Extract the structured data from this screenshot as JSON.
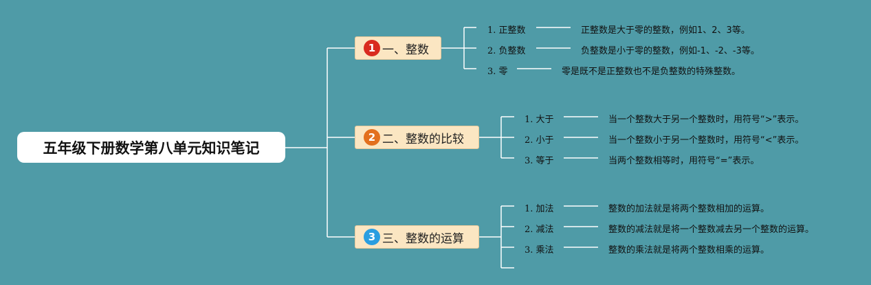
{
  "root": {
    "title": "五年级下册数学第八单元知识笔记"
  },
  "colors": {
    "background": "#4f9ba7",
    "badge1": "#d92b1f",
    "badge2": "#e3701e",
    "badge3": "#2a9ee0"
  },
  "branches": [
    {
      "badge": "1",
      "label": "一、整数",
      "items": [
        {
          "label": "1. 正整数",
          "desc": "正整数是大于零的整数，例如1、2、3等。"
        },
        {
          "label": "2. 负整数",
          "desc": "负整数是小于零的整数，例如-1、-2、-3等。"
        },
        {
          "label": "3. 零",
          "desc": "零是既不是正整数也不是负整数的特殊整数。"
        }
      ]
    },
    {
      "badge": "2",
      "label": "二、整数的比较",
      "items": [
        {
          "label": "1. 大于",
          "desc": "当一个整数大于另一个整数时，用符号“>”表示。"
        },
        {
          "label": "2. 小于",
          "desc": "当一个整数小于另一个整数时，用符号“<”表示。"
        },
        {
          "label": "3. 等于",
          "desc": "当两个整数相等时，用符号“=”表示。"
        }
      ]
    },
    {
      "badge": "3",
      "label": "三、整数的运算",
      "items": [
        {
          "label": "1. 加法",
          "desc": "整数的加法就是将两个整数相加的运算。"
        },
        {
          "label": "2. 减法",
          "desc": "整数的减法就是将一个整数减去另一个整数的运算。"
        },
        {
          "label": "3. 乘法",
          "desc": "整数的乘法就是将两个整数相乘的运算。"
        }
      ]
    }
  ]
}
